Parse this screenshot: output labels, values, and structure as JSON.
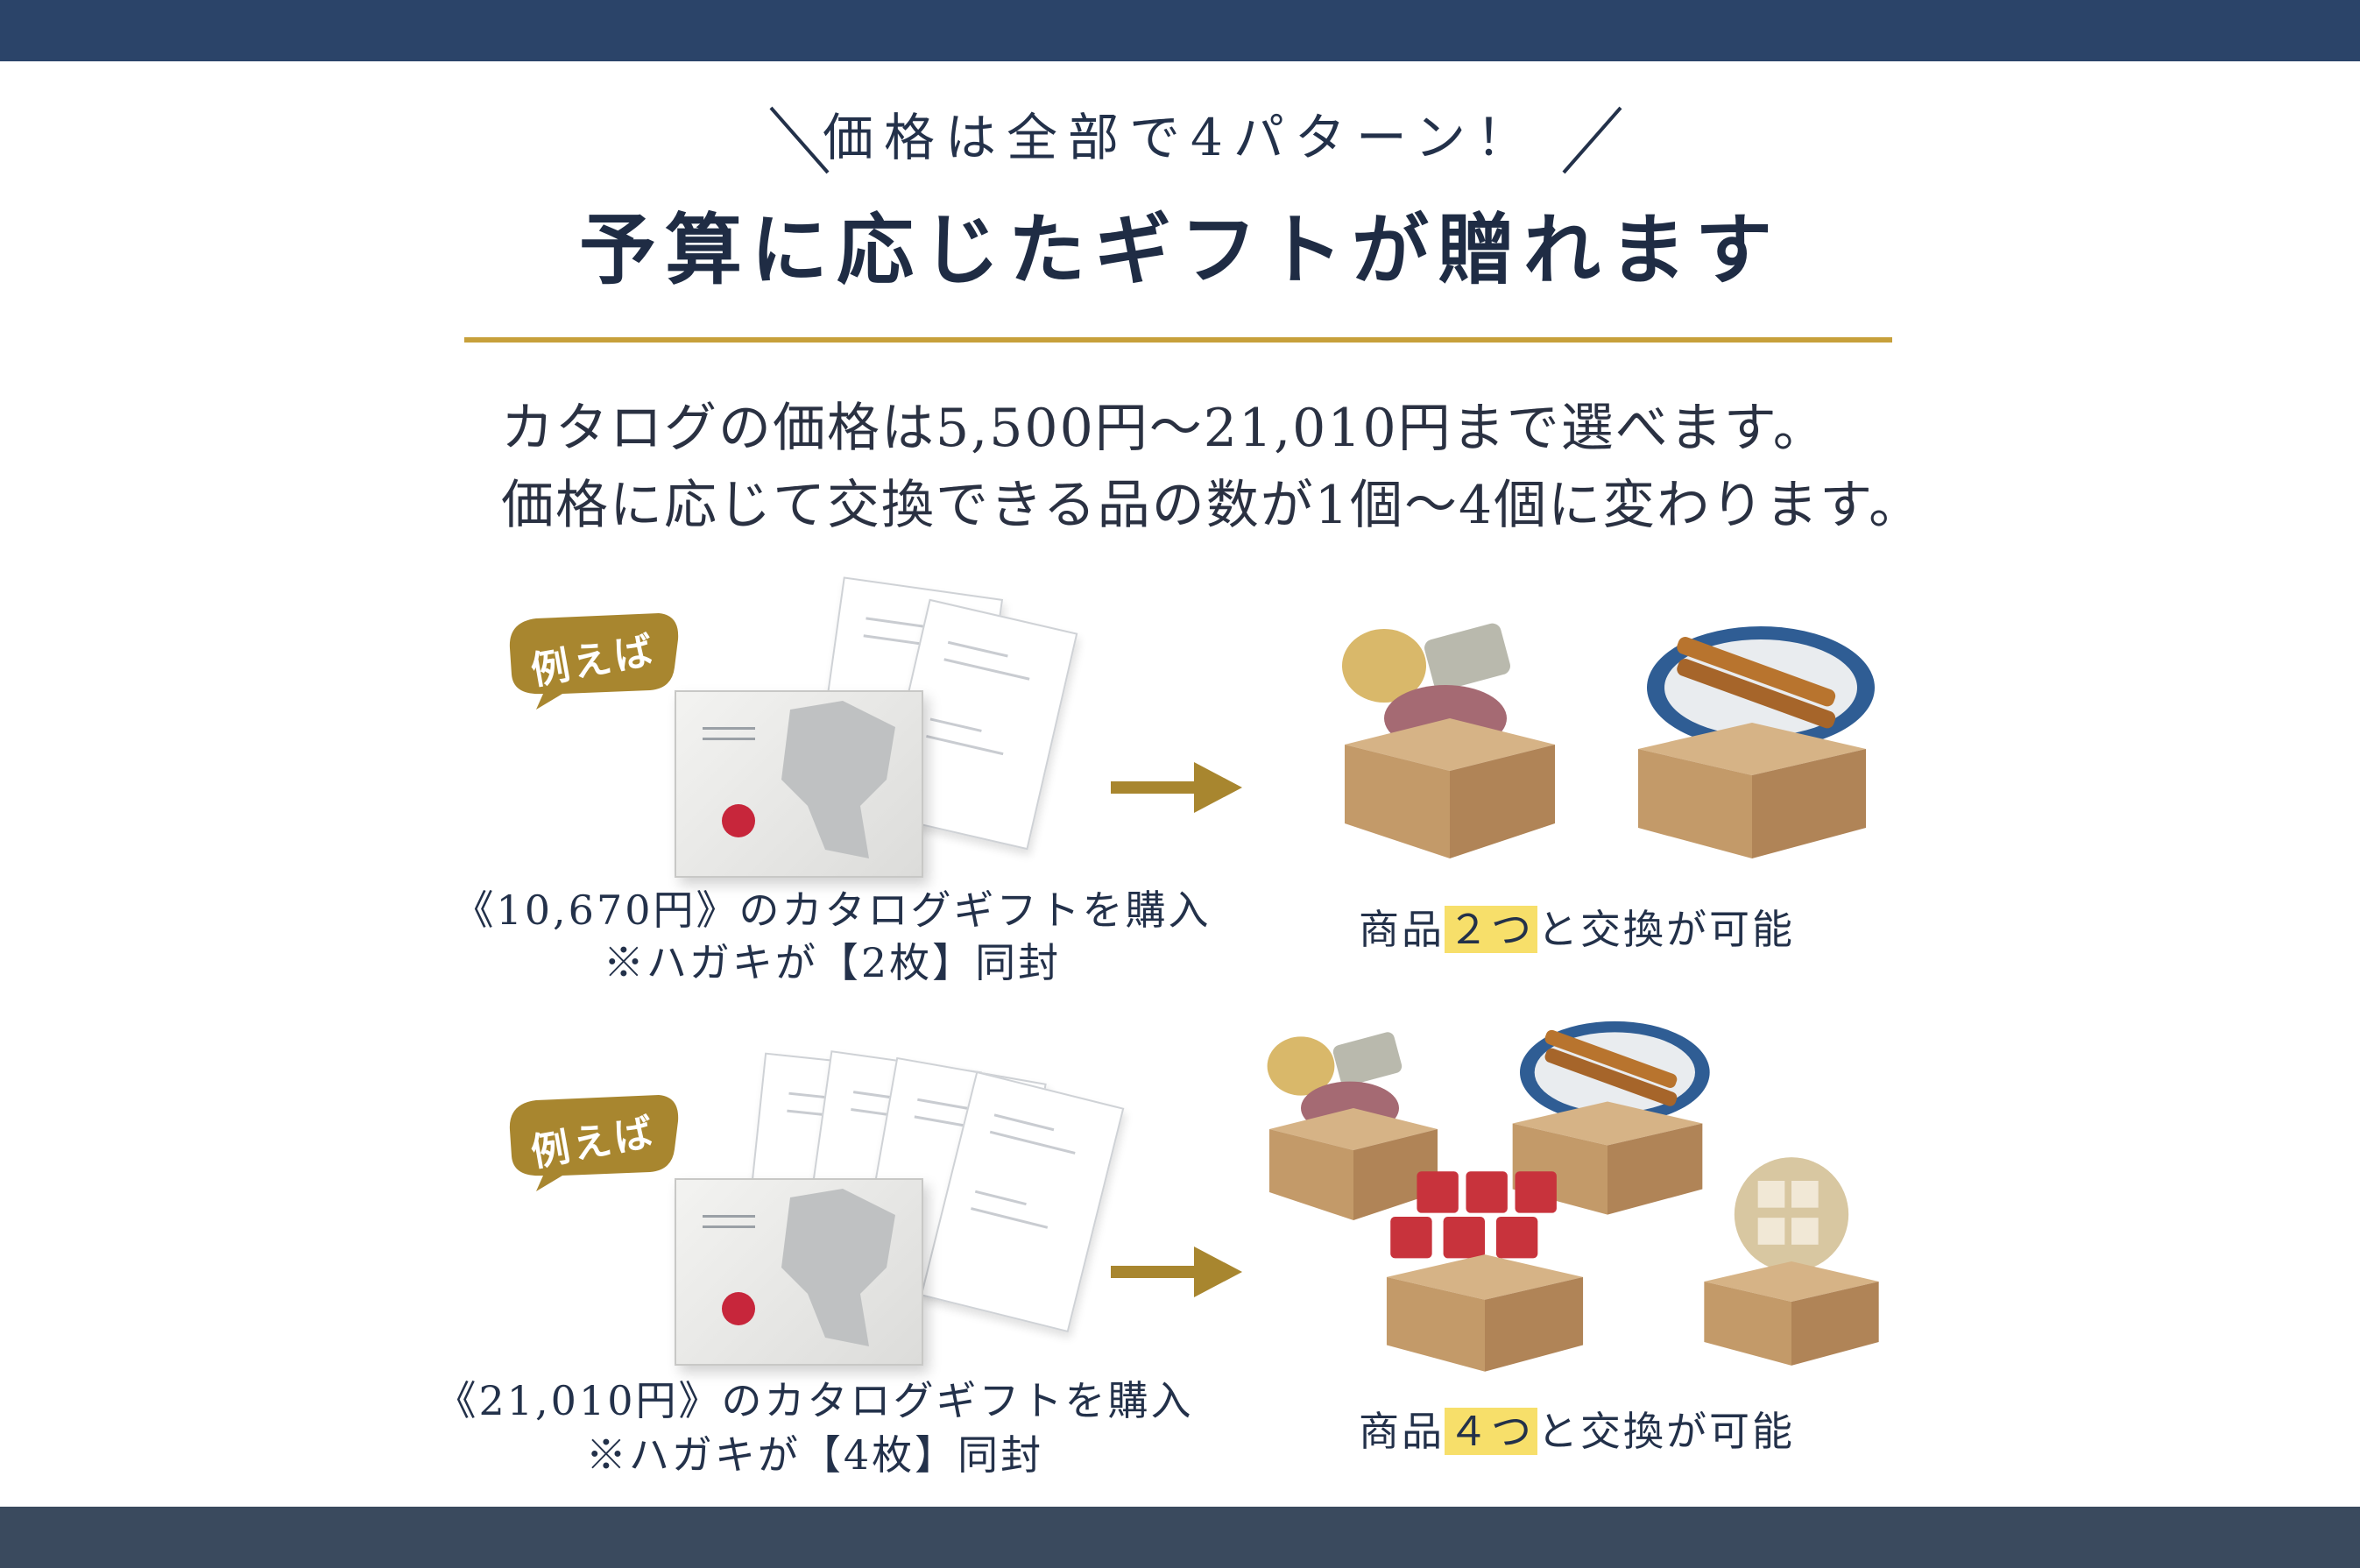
{
  "header": {
    "tagline": "価格は全部で4パターン！",
    "headline": "予算に応じたギフトが贈れます"
  },
  "description": {
    "line1": "カタログの価格は5,500円〜21,010円まで選べます。",
    "line2": "価格に応じて交換できる品の数が1個〜4個に変わります。"
  },
  "examples": [
    {
      "badge": "例えば",
      "purchase": "《10,670円》のカタログギフトを購入",
      "note": "※ハガキが【2枚】同封",
      "result_prefix": "商品",
      "result_count": "２つ",
      "result_suffix": "と交換が可能"
    },
    {
      "badge": "例えば",
      "purchase": "《21,010円》のカタログギフトを購入",
      "note": "※ハガキが【4枚】同封",
      "result_prefix": "商品",
      "result_count": "４つ",
      "result_suffix": "と交換が可能"
    }
  ],
  "colors": {
    "navy": "#2b4469",
    "gold": "#c7a03b",
    "badge": "#a8862f",
    "highlight": "#f7df6a",
    "box": "#c8a275"
  }
}
